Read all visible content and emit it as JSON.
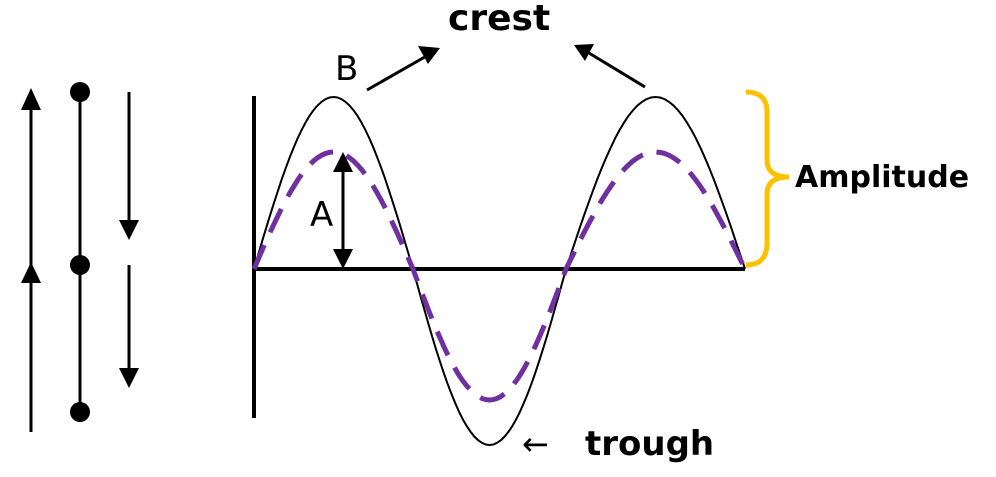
{
  "labels": {
    "crest": "crest",
    "trough": "trough",
    "trough_arrow": "←",
    "amplitude": "Amplitude",
    "point_b": "B",
    "point_a": "A"
  },
  "colors": {
    "wave": "#000000",
    "dashed_wave": "#7030a0",
    "brace": "#ffc000"
  }
}
